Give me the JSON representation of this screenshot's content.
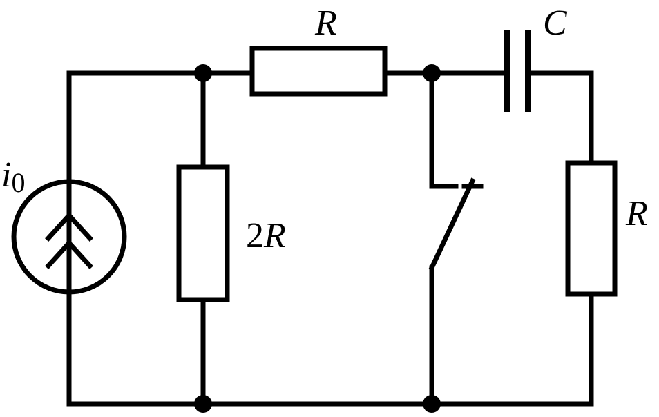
{
  "labels": {
    "source_symbol": "i",
    "source_subscript": "0",
    "shunt_resistor_coeff": "2",
    "shunt_resistor_symbol": "R",
    "top_resistor": "R",
    "capacitor": "C",
    "right_resistor": "R"
  },
  "colors": {
    "line": "#000000",
    "background": "#ffffff"
  }
}
